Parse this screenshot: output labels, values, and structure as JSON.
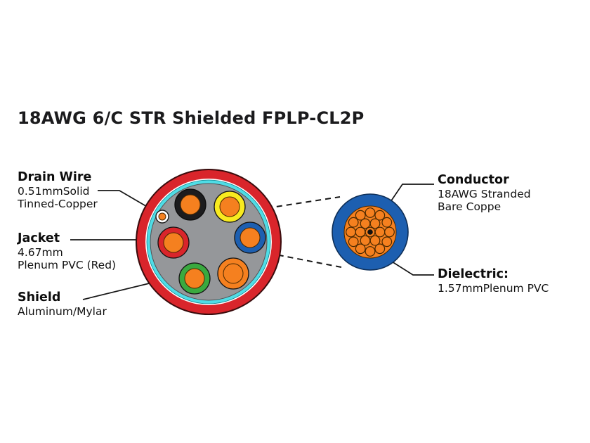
{
  "title": "18AWG 6/C STR Shielded FPLP-CL2P",
  "labels": {
    "drain_wire": {
      "heading": "Drain Wire",
      "line1": "0.51mmSolid",
      "line2": "Tinned-Copper"
    },
    "jacket": {
      "heading": "Jacket",
      "line1": "4.67mm",
      "line2": "Plenum PVC (Red)"
    },
    "shield": {
      "heading": "Shield",
      "line1": "Aluminum/Mylar"
    },
    "conductor": {
      "heading": "Conductor",
      "line1": "18AWG Stranded",
      "line2": "Bare Coppe"
    },
    "dielectric": {
      "heading": "Dielectric:",
      "line1": "1.57mmPlenum PVC"
    }
  },
  "colors": {
    "jacket_red": "#d9252b",
    "shield_cyan": "#4fdde6",
    "filler_gray": "#95979a",
    "conductor_orange": "#f5801f",
    "insulation_black": "#1c1c1e",
    "insulation_yellow": "#f8ea1f",
    "insulation_red": "#d9252b",
    "insulation_blue": "#1d5fb0",
    "insulation_green": "#3aa93f",
    "insulation_orange": "#f5801f",
    "dielectric_blue": "#1d5fb0"
  }
}
